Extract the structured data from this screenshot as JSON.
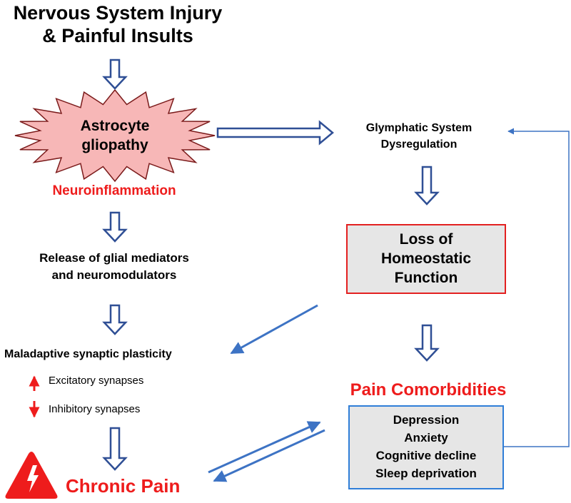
{
  "title": {
    "line1": "Nervous System Injury",
    "line2": "& Painful Insults"
  },
  "astrocyte": {
    "line1": "Astrocyte",
    "line2": "gliopathy"
  },
  "neuroinflammation": "Neuroinflammation",
  "glial_release": {
    "line1": "Release of glial mediators",
    "line2": "and neuromodulators"
  },
  "plasticity": {
    "title": "Maladaptive synaptic plasticity",
    "excitatory": "Excitatory synapses",
    "inhibitory": "Inhibitory synapses"
  },
  "chronic_pain": "Chronic Pain",
  "glymphatic": {
    "line1": "Glymphatic System",
    "line2": "Dysregulation"
  },
  "homeostatic": {
    "line1": "Loss of",
    "line2": "Homeostatic",
    "line3": "Function"
  },
  "comorbidities": {
    "title": "Pain Comorbidities",
    "items": [
      "Depression",
      "Anxiety",
      "Cognitive decline",
      "Sleep deprivation"
    ]
  },
  "colors": {
    "arrow_outline": "#2f4f95",
    "thin_arrow": "#3d73c4",
    "highlight_red": "#ee1c1c",
    "star_fill": "#f7b7b7",
    "box_fill": "#e6e6e6"
  }
}
